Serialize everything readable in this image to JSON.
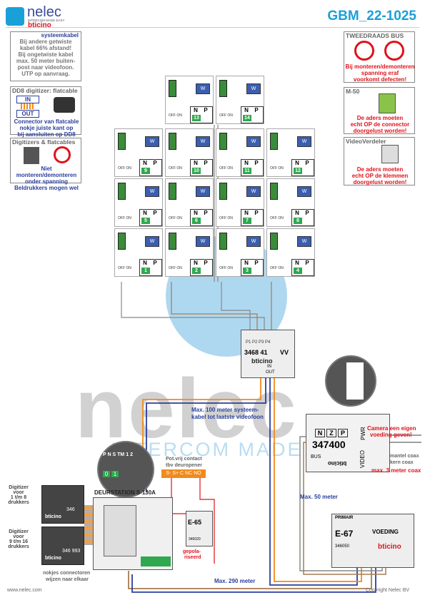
{
  "header": {
    "brand": "nelec",
    "brand_tag": "INTERCOM MADE EASY",
    "sub_brand": "bticino",
    "title": "GBM_22-1025"
  },
  "notes": {
    "systeemkabel": {
      "title": "systeemkabel",
      "lines": [
        "Bij andere getwiste",
        "kabel 66% afstand!",
        "Bij ongetwiste kabel",
        "max. 50 meter buiten-",
        "post naar videofoon.",
        "UTP op aanvraag."
      ]
    },
    "dd8": {
      "title": "DD8 digitizer: flatcable",
      "in": "IN",
      "out": "OUT",
      "lines": [
        "Connector van flatcable",
        "nokje juiste kant op",
        "bij aansluiten op DD8"
      ]
    },
    "digitizers": {
      "title": "Digitizers & flatcables",
      "lines": [
        "Niet monteren/demonteren",
        "onder spanning",
        "Beldrukkers mogen wel"
      ]
    },
    "tweedraads": {
      "title": "TWEEDRAADS BUS",
      "lines": [
        "Bij monteren/demonteren",
        "spanning eraf",
        "voorkomt defecten!"
      ]
    },
    "m50": {
      "title": "M-50",
      "lines": [
        "De aders moeten",
        "echt OP de connector",
        "doorgelust worden!"
      ]
    },
    "videoverdeler": {
      "title": "VideoVerdeler",
      "lines": [
        "De aders moeten",
        "echt OP de klemmen",
        "doorgelust worden!"
      ]
    }
  },
  "units": [
    {
      "num": "13"
    },
    {
      "num": "14"
    },
    {
      "num": "9"
    },
    {
      "num": "10"
    },
    {
      "num": "11"
    },
    {
      "num": "12"
    },
    {
      "num": "5"
    },
    {
      "num": "6"
    },
    {
      "num": "7"
    },
    {
      "num": "8"
    },
    {
      "num": "1"
    },
    {
      "num": "2"
    },
    {
      "num": "3"
    },
    {
      "num": "4"
    }
  ],
  "unit_labels": {
    "n": "N",
    "p": "P",
    "screen": "W",
    "offon": "OFF ON"
  },
  "distributor": {
    "ports": "P1 P2 P3 P4",
    "model": "3468 41",
    "vv": "VV",
    "brand": "bticino",
    "in": "IN",
    "out": "OUT"
  },
  "cable_notes": {
    "max100_1": "Max. 100 meter systeem-",
    "max100_2": "kabel tot laatste videofoon",
    "max50": "Max. 50 meter",
    "max290": "Max. 290 meter"
  },
  "module347400": {
    "model": "347400",
    "n": "N",
    "z": "Z",
    "p": "P",
    "pwr": "PWR",
    "bus": "BUS",
    "video": "VIDEO",
    "brand": "bticino"
  },
  "camera_note": {
    "l1": "Camera een eigen",
    "l2": "voeding geven!"
  },
  "coax": {
    "mantel": "mantel coax",
    "kern": "kern coax",
    "max": "max. 3 meter coax"
  },
  "pinlegend": {
    "pins": [
      "P",
      "N",
      "S",
      "TM",
      "1",
      "2"
    ],
    "switch": [
      "0",
      "1"
    ]
  },
  "potvrij": {
    "l1": "Pot.vrij contact",
    "l2": "tbv deuropener",
    "terminals": "S- S+ C NC NO"
  },
  "digitizer1": {
    "l1": "Digitizer",
    "l2": "voor",
    "l3": "1 t/m 8",
    "l4": "drukkers",
    "code": "346",
    "brand": "bticino"
  },
  "digitizer2": {
    "l1": "Digitizer",
    "l2": "voor",
    "l3": "9 t/m 16",
    "l4": "drukkers",
    "code": "346 993",
    "brand": "bticino"
  },
  "deurstation": {
    "title": "DEURSTATION S-130A"
  },
  "e65": {
    "name": "E-65",
    "code": "346020"
  },
  "e67": {
    "primair": "PRIMAIR",
    "name": "E-67",
    "voeding": "VOEDING",
    "code": "346050",
    "brand": "bticino"
  },
  "gepolariseerd": {
    "l1": "gepola-",
    "l2": "riseerd"
  },
  "nokjes": {
    "l1": "nokjes connectoren",
    "l2": "wijzen naar elkaar"
  },
  "watermark": {
    "word": "nelec",
    "tag": "INTERCOM MADE EASY"
  },
  "footer": {
    "left": "www.nelec.com",
    "right": "Copyright Nelec BV"
  },
  "colors": {
    "accent": "#1aa0d8",
    "blue_text": "#2a3f9e",
    "red": "#e0121b",
    "green": "#2fa84f",
    "orange": "#f18a1c"
  }
}
